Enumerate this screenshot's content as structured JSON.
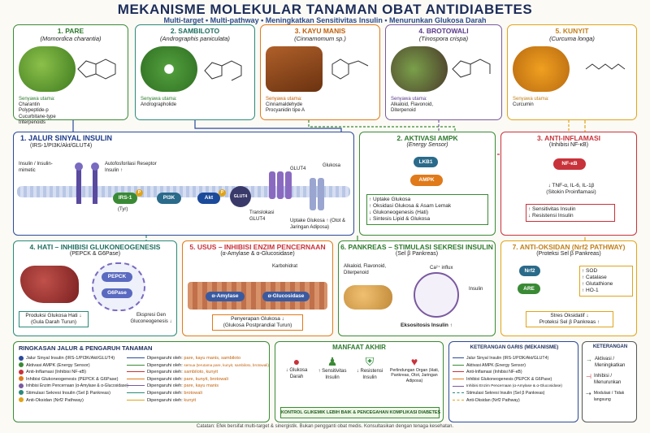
{
  "header": {
    "title": "MEKANISME MOLEKULAR TANAMAN OBAT ANTIDIABETES",
    "subtitle": "Multi-target  •  Multi-pathway  •  Meningkatkan Sensitivitas Insulin  •  Menurunkan Glukosa Darah"
  },
  "colors": {
    "green": "#3a8a35",
    "teal": "#2a8a7a",
    "orange": "#e07a1a",
    "purple": "#7a5aa0",
    "gold": "#e0a41a",
    "blue": "#2a4a9a",
    "red": "#c8323a"
  },
  "plants": [
    {
      "title": "1. PARE",
      "latin": "(Momordica charantia)",
      "comp_head": "Senyawa utama:",
      "compounds": [
        "Charantin",
        "Polypeptide-p",
        "Cucurbitane-type",
        "triterpenoids"
      ]
    },
    {
      "title": "2. SAMBILOTO",
      "latin": "(Andrographis paniculata)",
      "comp_head": "Senyawa utama:",
      "compounds": [
        "Andrographolide"
      ]
    },
    {
      "title": "3. KAYU MANIS",
      "latin": "(Cinnamomum sp.)",
      "comp_head": "Senyawa utama:",
      "compounds": [
        "Cinnamaldehyde",
        "Procyanidin tipe A"
      ]
    },
    {
      "title": "4. BROTOWALI",
      "latin": "(Tinospora crispa)",
      "comp_head": "Senyawa utama:",
      "compounds": [
        "Alkaloid, Flavonoid,",
        "Diterpenoid"
      ]
    },
    {
      "title": "5. KUNYIT",
      "latin": "(Curcuma longa)",
      "comp_head": "Senyawa utama:",
      "compounds": [
        "Curcumin"
      ]
    }
  ],
  "insulin": {
    "title": "1. JALUR SINYAL INSULIN",
    "sub": "(IRS-1/PI3K/Akt/GLUT4)",
    "ligand": "Insulin / Insulin-mimetic",
    "autophos": "Autofosforilasi Reseptor Insulin ↑",
    "irs": "IRS-1",
    "pi3k": "PI3K",
    "akt": "Akt",
    "p": "P",
    "tyr": "(Tyr)",
    "glut4": "GLUT4",
    "glukosa": "Glukosa",
    "transloc": "Translokasi GLUT4",
    "uptake": "Uptake Glukosa ↑ (Otot & Jaringan Adiposa)",
    "vesicle": "GLUT4"
  },
  "ampk": {
    "title": "2. AKTIVASI AMPK",
    "sub": "(Energy Sensor)",
    "lkb1": "LKB1",
    "ampk": "AMPK",
    "effects": [
      "↑ Uptake Glukosa",
      "↑ Oksidasi Glukosa & Asam Lemak",
      "↓ Glukoneogenesis (Hati)",
      "↓ Sintesis Lipid & Glukosa"
    ]
  },
  "inflam": {
    "title": "3. ANTI-INFLAMASI",
    "sub": "(Inhibisi NF-κB)",
    "nfkb": "NF-κB",
    "cyto": "↓ TNF-α, IL-6, IL-1β",
    "cyto2": "(Sitokin Proinflamasi)",
    "effects": [
      "↑ Sensitivitas Insulin",
      "↓ Resistensi Insulin"
    ]
  },
  "hati": {
    "title": "4. HATI – INHIBISI GLUKONEOGENESIS",
    "sub": "(PEPCK & G6Pase)",
    "pepck": "PEPCK",
    "g6pase": "G6Pase",
    "ekspresi": "Ekspresi Gen Gluconeogenesis ↓",
    "out1": "Produksi Glukosa Hati ↓",
    "out2": "(Gula Darah Turun)"
  },
  "usus": {
    "title": "5. USUS – INHIBISI ENZIM PENCERNAAN",
    "sub": "(α-Amylase & α-Glucosidase)",
    "karbo": "Karbohidrat",
    "amylase": "α-Amylase",
    "glucosidase": "α-Glucosidase",
    "out1": "Penyerapan Glukosa ↓",
    "out2": "(Glukosa Postprandial Turun)"
  },
  "pankreas": {
    "title": "6. PANKREAS – STIMULASI SEKRESI INSULIN",
    "sub": "(Sel β Pankreas)",
    "comp": "Alkaloid, Flavonoid, Diterpenoid",
    "ca": "Ca²⁺ influx",
    "insulin": "Insulin",
    "out": "Eksositosis Insulin ↑"
  },
  "oksidan": {
    "title": "7. ANTI-OKSIDAN (Nrf2 PATHWAY)",
    "sub": "(Proteksi Sel β Pankreas)",
    "nrf2": "Nrf2",
    "are": "ARE",
    "genes": [
      "↑ SOD",
      "↑ Catalase",
      "↑ Glutathione",
      "↑ HO-1"
    ],
    "out1": "Stres Oksidatif ↓",
    "out2": "Proteksi Sel β Pankreas ↑"
  },
  "summary": {
    "title": "RINGKASAN JALUR & PENGARUH TANAMAN",
    "rows": [
      {
        "path": "Jalur Sinyal Insulin (IRS-1/PI3K/Akt/GLUT4)",
        "by": "Dipengaruhi oleh:",
        "plants": "pare, kayu manis, sambiloto"
      },
      {
        "path": "Aktivasi AMPK (Energy Sensor)",
        "by": "Dipengaruhi oleh:",
        "plants": "semua (terutama pare, kunyit, sambiloto, brotowali)"
      },
      {
        "path": "Anti-Inflamasi (Inhibisi NF-κB)",
        "by": "Dipengaruhi oleh:",
        "plants": "sambiloto, kunyit"
      },
      {
        "path": "Inhibisi Glukoneogenesis (PEPCK & G6Pase)",
        "by": "Dipengaruhi oleh:",
        "plants": "pare, kunyit, brotowali"
      },
      {
        "path": "Inhibisi Enzim Pencernaan (α-Amylase & α-Glucosidase)",
        "by": "Dipengaruhi oleh:",
        "plants": "pare, kayu manis"
      },
      {
        "path": "Stimulasi Sekresi Insulin (Sel β Pankreas)",
        "by": "Dipengaruhi oleh:",
        "plants": "brotowali"
      },
      {
        "path": "Anti-Oksidan (Nrf2 Pathway)",
        "by": "Dipengaruhi oleh:",
        "plants": "kunyit"
      }
    ]
  },
  "manfaat": {
    "title": "MANFAAT AKHIR",
    "items": [
      "↓ Glukosa Darah",
      "↑ Sensitivitas Insulin",
      "↓ Resistensi Insulin",
      "Perlindungan Organ (Hati, Pankreas, Otot, Jaringan Adiposa)"
    ],
    "banner": "KONTROL GLIKEMIK LEBIH BAIK & PENCEGAHAN KOMPLIKASI DIABETES"
  },
  "garis": {
    "title": "KETERANGAN GARIS (MEKANISME)",
    "rows": [
      "Jalur Sinyal Insulin (IRS-1/PI3K/Akt/GLUT4)",
      "Aktivasi AMPK (Energy Sensor)",
      "Anti-Inflamasi (Inhibisi NF-κB)",
      "Inhibisi Glukoneogenesis (PEPCK & G6Pase)",
      "Inhibisi Enzim Pencernaan (α-Amylase & α-Glucosidase)",
      "Stimulasi Sekresi Insulin (Sel β Pankreas)",
      "Anti-Oksidan (Nrf2 Pathway)"
    ]
  },
  "keterangan": {
    "title": "KETERANGAN",
    "rows": [
      "Aktivasi / Meningkatkan",
      "Inhibisi / Menurunkan",
      "Modulasi / Tidak langsung"
    ]
  },
  "footer": "Catatan: Efek bersifat multi-target & sinergistik. Bukan pengganti obat medis. Konsultasikan dengan tenaga kesehatan."
}
